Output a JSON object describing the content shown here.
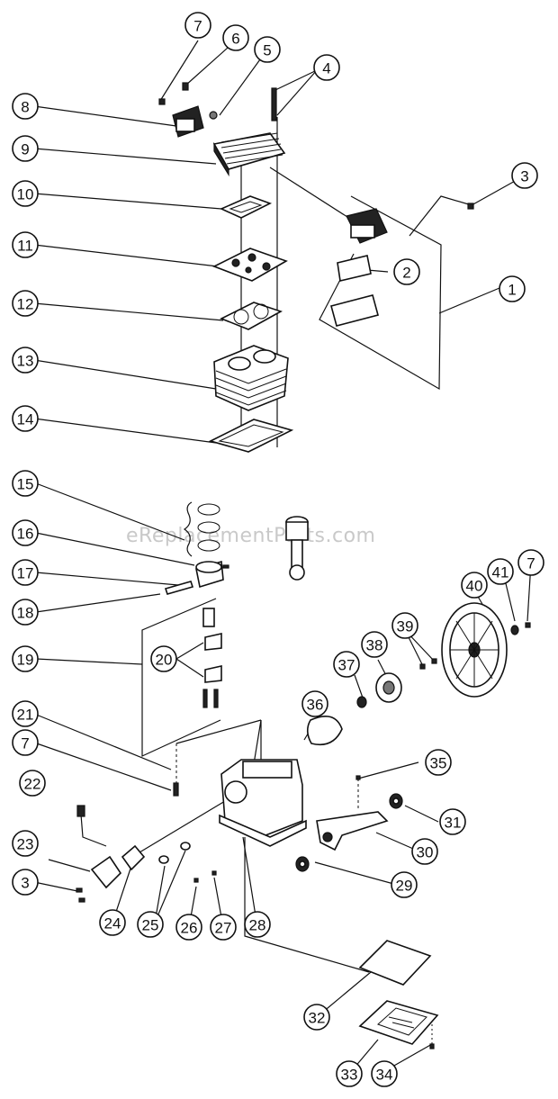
{
  "watermark": "eReplacementParts.com",
  "callouts": [
    "1",
    "2",
    "3",
    "4",
    "5",
    "6",
    "7",
    "8",
    "9",
    "10",
    "11",
    "12",
    "13",
    "14",
    "15",
    "16",
    "17",
    "18",
    "19",
    "20",
    "21",
    "22",
    "23",
    "24",
    "25",
    "26",
    "27",
    "28",
    "29",
    "30",
    "31",
    "32",
    "33",
    "34",
    "35",
    "36",
    "37",
    "38",
    "39",
    "40",
    "41"
  ]
}
